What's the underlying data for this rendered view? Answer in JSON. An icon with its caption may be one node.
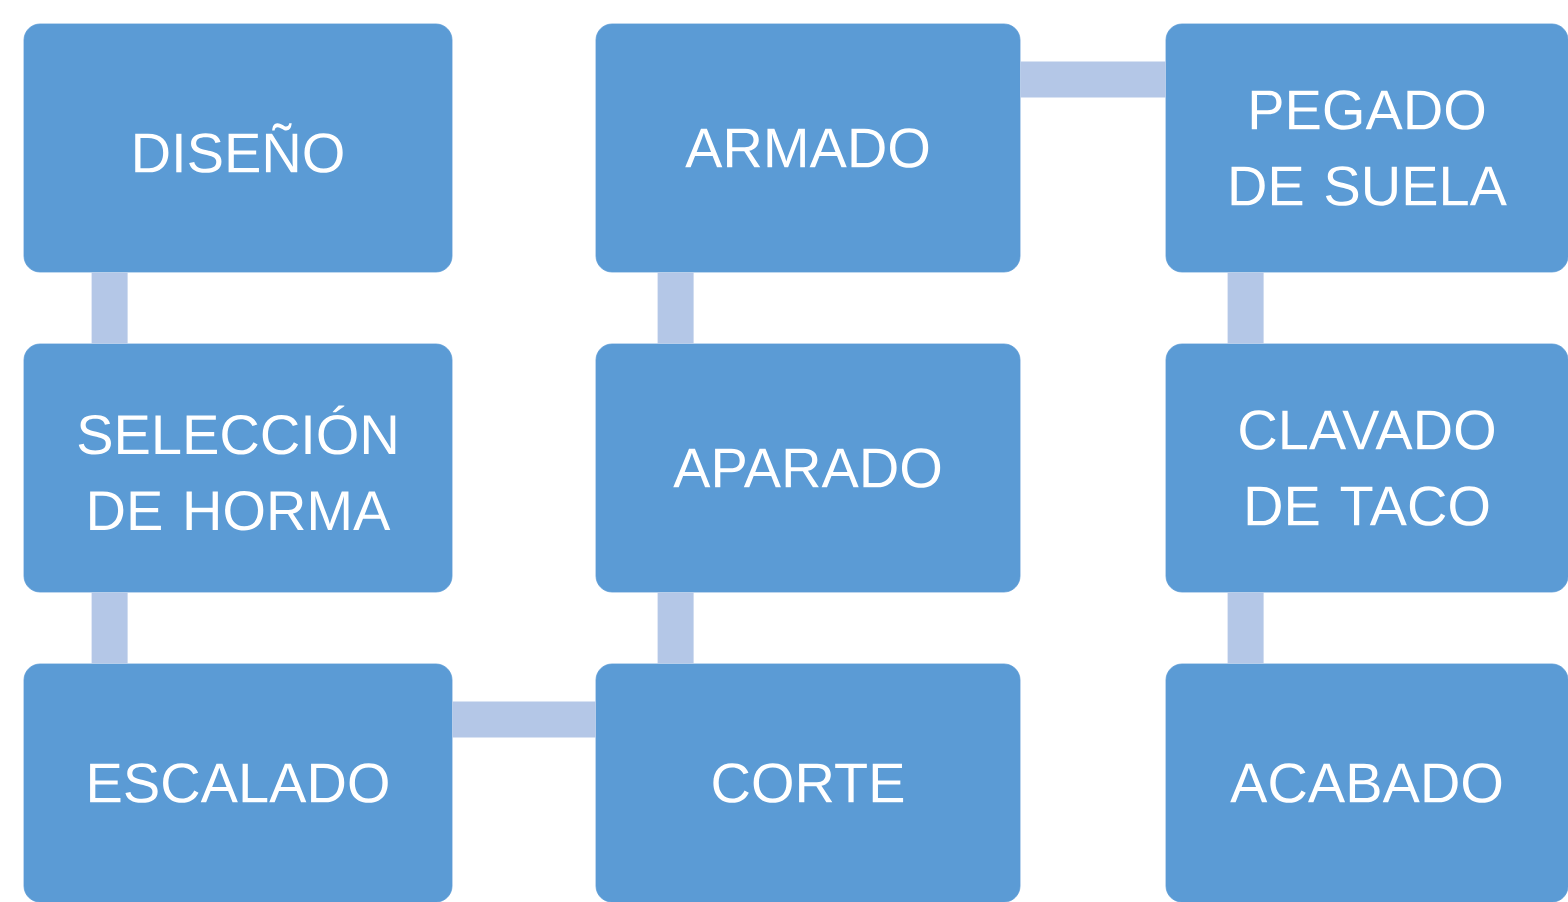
{
  "diagram": {
    "nodes": [
      {
        "text": [
          "DISEÑO"
        ]
      },
      {
        "text": [
          "SELECCIÓN DE HORMA"
        ]
      },
      {
        "text": [
          "ESCALADO"
        ]
      },
      {
        "text": [
          "CORTE"
        ]
      },
      {
        "text": [
          "APARADO"
        ]
      },
      {
        "text": [
          "ARMADO"
        ]
      },
      {
        "text": [
          "PEGADO DE SUELA"
        ]
      },
      {
        "text": [
          "CLAVADO DE TACO"
        ]
      },
      {
        "text": [
          "ACABADO"
        ]
      }
    ],
    "edges": [
      {
        "from": 0,
        "to": 1,
        "arrow": "none"
      },
      {
        "from": 1,
        "to": 2,
        "arrow": "none"
      },
      {
        "from": 2,
        "to": 3,
        "arrow": "none"
      },
      {
        "from": 3,
        "to": 4,
        "arrow": "none"
      },
      {
        "from": 4,
        "to": 5,
        "arrow": "none"
      },
      {
        "from": 5,
        "to": 6,
        "arrow": "none"
      },
      {
        "from": 6,
        "to": 7,
        "arrow": "none"
      },
      {
        "from": 7,
        "to": 8,
        "arrow": "none"
      }
    ]
  }
}
